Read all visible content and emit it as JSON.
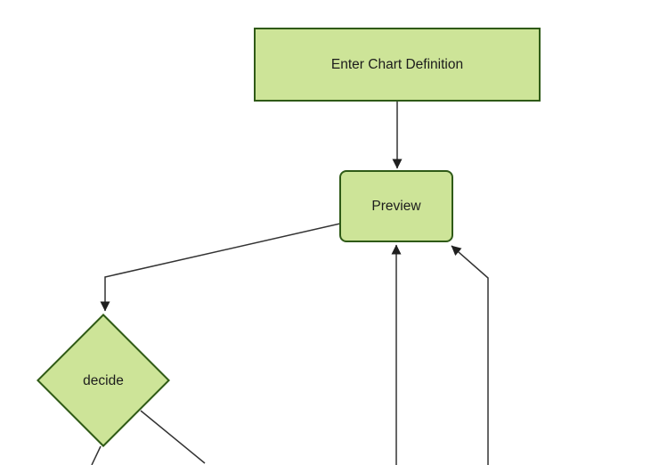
{
  "diagram": {
    "type": "flowchart",
    "direction": "top-down",
    "colors": {
      "background": "#ffffff",
      "node_fill": "#cde498",
      "node_border": "#2f5a17",
      "edge_color": "#333333",
      "arrowhead": "#1f1f1f",
      "text": "#1c1c1c"
    },
    "nodes": [
      {
        "id": "enter-chart-definition",
        "label": "Enter Chart Definition",
        "shape": "rectangle"
      },
      {
        "id": "preview",
        "label": "Preview",
        "shape": "rounded-rectangle"
      },
      {
        "id": "decide",
        "label": "decide",
        "shape": "diamond"
      }
    ],
    "edges": [
      {
        "from": "enter-chart-definition",
        "to": "preview",
        "arrowhead_visible": true
      },
      {
        "from": "preview",
        "to": "decide",
        "arrowhead_visible": true
      },
      {
        "from": "offscreen-bottom",
        "to": "preview",
        "arrowhead_visible": true
      },
      {
        "from": "offscreen-bottom-right",
        "to": "preview",
        "arrowhead_visible": true
      },
      {
        "from": "decide",
        "to": "offscreen-bottom-left",
        "arrowhead_visible": false
      },
      {
        "from": "decide",
        "to": "offscreen-bottom-right",
        "arrowhead_visible": false
      }
    ]
  }
}
